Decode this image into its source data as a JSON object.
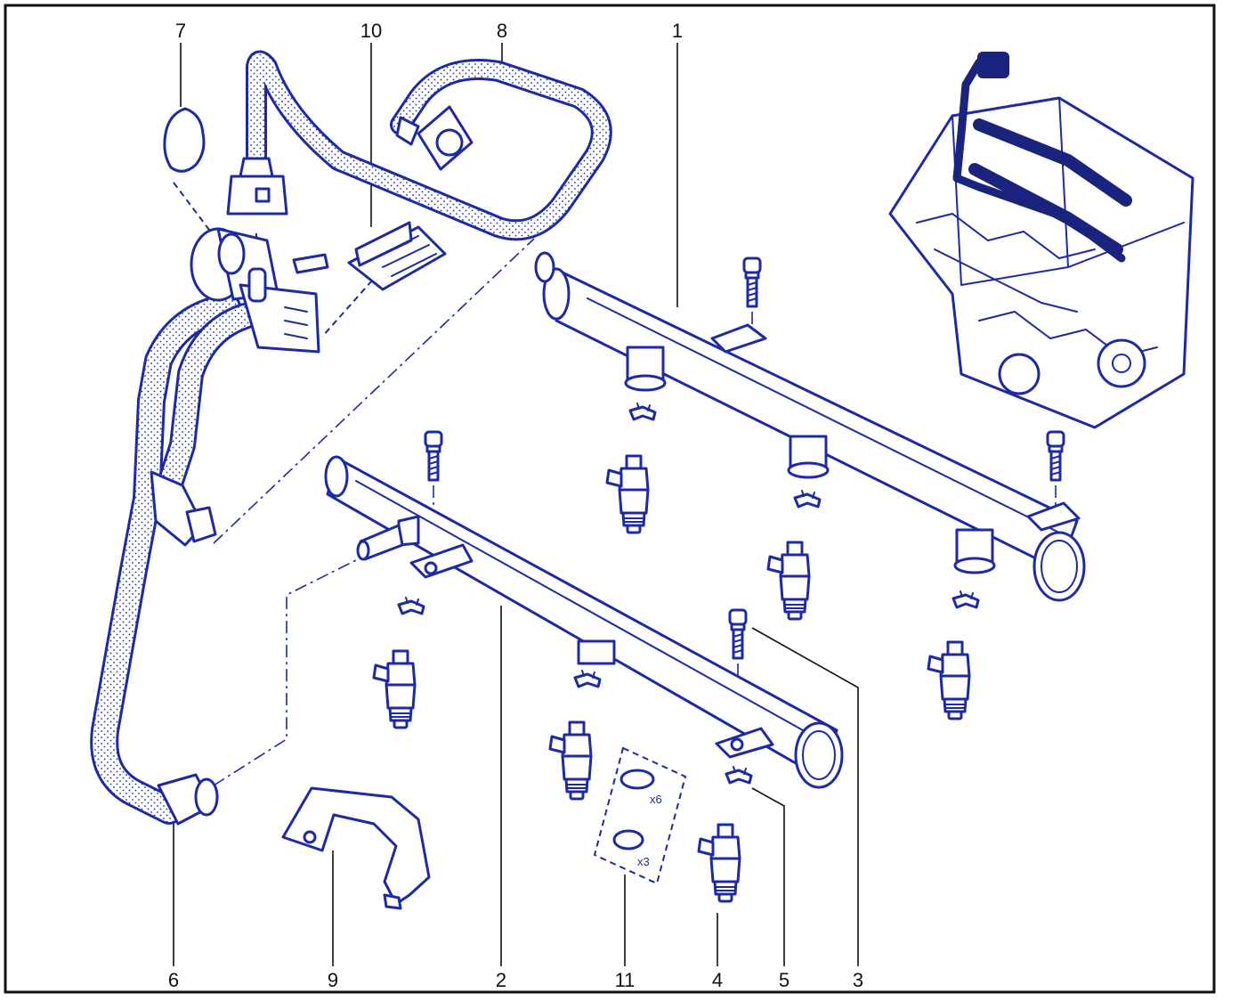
{
  "callouts": [
    "1",
    "2",
    "3",
    "4",
    "5",
    "6",
    "7",
    "8",
    "9",
    "10",
    "11"
  ],
  "kit_qty": {
    "oring_large": "x6",
    "oring_small": "x3"
  },
  "colors": {
    "line": "#1c2aa8",
    "dark": "#1a237e",
    "frame": "#111111",
    "background": "#ffffff"
  },
  "icons": [
    "engine-thumbnail",
    "fuel-rail",
    "fuel-injector",
    "injector-clip",
    "rail-bolt",
    "fuel-hose",
    "pressure-regulator",
    "vacuum-hose",
    "bracket",
    "o-ring-kit",
    "clip"
  ]
}
